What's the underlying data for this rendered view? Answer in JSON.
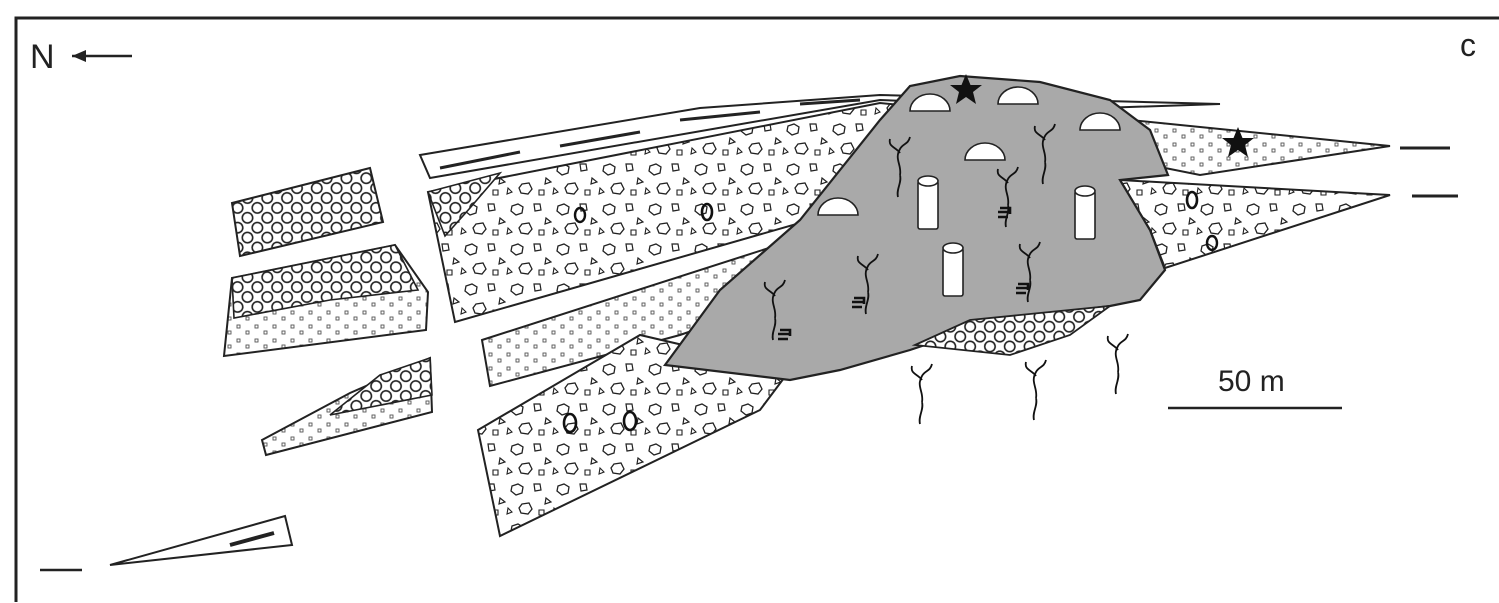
{
  "figure": {
    "panel_label": "c",
    "north_label": "N",
    "scale_bar_label": "50 m"
  },
  "colors": {
    "background": "#ffffff",
    "outline": "#222222",
    "mound_fill": "#a9a9a9",
    "crosshatch": "#222222"
  },
  "legend_symbols": [
    "star-icon",
    "dome-icon",
    "cylinder-icon",
    "root-trace-icon",
    "clast-icon",
    "crosshatch-pattern",
    "dot-pattern"
  ]
}
